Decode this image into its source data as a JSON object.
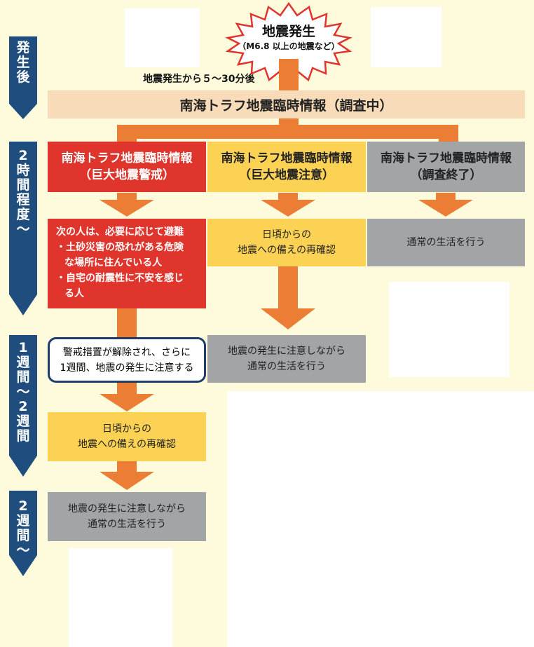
{
  "colors": {
    "background": "#fefbdc",
    "red": "#e0352c",
    "yellow": "#fcd255",
    "gray": "#a3a4a6",
    "peach": "#f8dbb9",
    "arrow": "#ec7d35",
    "navy": "#1f4d7d"
  },
  "icons": [
    "explosion-burst-icon",
    "down-arrow-icon"
  ],
  "start": {
    "title": "地震発生",
    "subtitle": "（M6.8 以上の地震など）"
  },
  "after_label": "地震発生から５〜30分後",
  "investigating": "南海トラフ地震臨時情報（調査中）",
  "phases": [
    {
      "chars": [
        "発",
        "生",
        "後"
      ]
    },
    {
      "chars": [
        "2",
        "時",
        "間",
        "程",
        "度",
        "〜"
      ]
    },
    {
      "chars": [
        "1",
        "週",
        "間",
        "〜",
        "2",
        "週",
        "間"
      ]
    },
    {
      "chars": [
        "2",
        "週",
        "間",
        "〜"
      ]
    }
  ],
  "columns": [
    {
      "title": "南海トラフ地震臨時情報",
      "subtitle": "（巨大地震警戒）"
    },
    {
      "title": "南海トラフ地震臨時情報",
      "subtitle": "（巨大地震注意）"
    },
    {
      "title": "南海トラフ地震臨時情報",
      "subtitle": "（調査終了）"
    }
  ],
  "warning_action": {
    "lead": "次の人は、必要に応じて避難",
    "bullet1_a": "・土砂災害の恐れがある危険",
    "bullet1_b": "な場所に住んでいる人",
    "bullet2_a": "・自宅の耐震性に不安を感じ",
    "bullet2_b": "る人"
  },
  "advisory_action": {
    "line1": "日頃からの",
    "line2": "地震への備えの再確認"
  },
  "ended_action": "通常の生活を行う",
  "advisory_week": {
    "line1": "地震の発生に注意しながら",
    "line2": "通常の生活を行う"
  },
  "release_note": {
    "line1": "警戒措置が解除され、さらに",
    "line2": "1週間、地震の発生に注意する"
  },
  "week_prepare": {
    "line1": "日頃からの",
    "line2": "地震への備えの再確認"
  },
  "final_action": {
    "line1": "地震の発生に注意しながら",
    "line2": "通常の生活を行う"
  }
}
